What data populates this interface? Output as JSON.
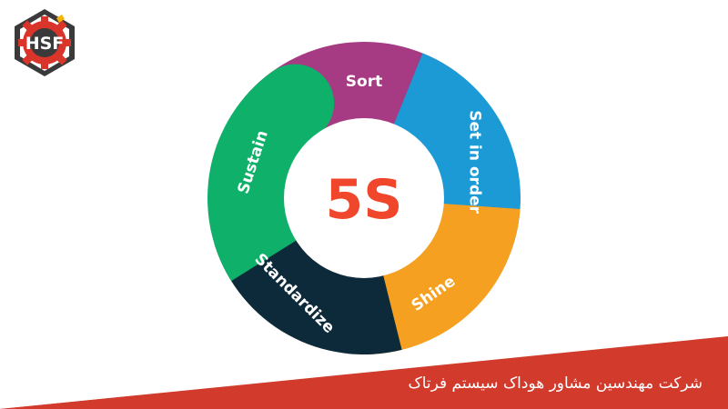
{
  "logo": {
    "text": "HSF",
    "gear_color": "#d9352b",
    "badge_color": "#3a3a3a"
  },
  "diagram": {
    "center_label": "5S",
    "center_color": "#f0462b",
    "steps": [
      {
        "label": "Sort",
        "color": "#a63a83"
      },
      {
        "label": "Set in order",
        "color": "#1b9ad6"
      },
      {
        "label": "Shine",
        "color": "#f5a020"
      },
      {
        "label": "Standardize",
        "color": "#0d2a3a"
      },
      {
        "label": "Sustain",
        "color": "#0fb06a"
      }
    ]
  },
  "footer": {
    "text": "شرکت مهندسین مشاور هوداک سیستم فرتاک",
    "color": "#d23a2c"
  }
}
